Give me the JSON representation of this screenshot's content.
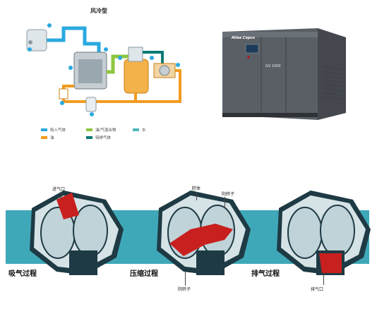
{
  "diagram_title": "风冷型",
  "legend": [
    {
      "label": "吸入气体",
      "color": "#29a9e0"
    },
    {
      "label": "油",
      "color": "#f29b1f"
    },
    {
      "label": "油/气混合物",
      "color": "#8dc63f"
    },
    {
      "label": "待排气体",
      "color": "#0b7a75"
    },
    {
      "label": "水",
      "color": "#4fb8b8"
    }
  ],
  "product": {
    "brand": "Atlas Copco",
    "model": "GV 1000"
  },
  "panels": [
    {
      "label": "吸气过程",
      "callouts": [
        "进气口"
      ]
    },
    {
      "label": "压缩过程",
      "callouts": [
        "腔体",
        "阳转子",
        "阴转子"
      ]
    },
    {
      "label": "排气过程",
      "callouts": [
        "排气口"
      ]
    }
  ],
  "colors": {
    "teal": "#3fa8b8",
    "red": "#c8201e",
    "dark": "#1e3a44",
    "machine": "#5a5f66"
  }
}
